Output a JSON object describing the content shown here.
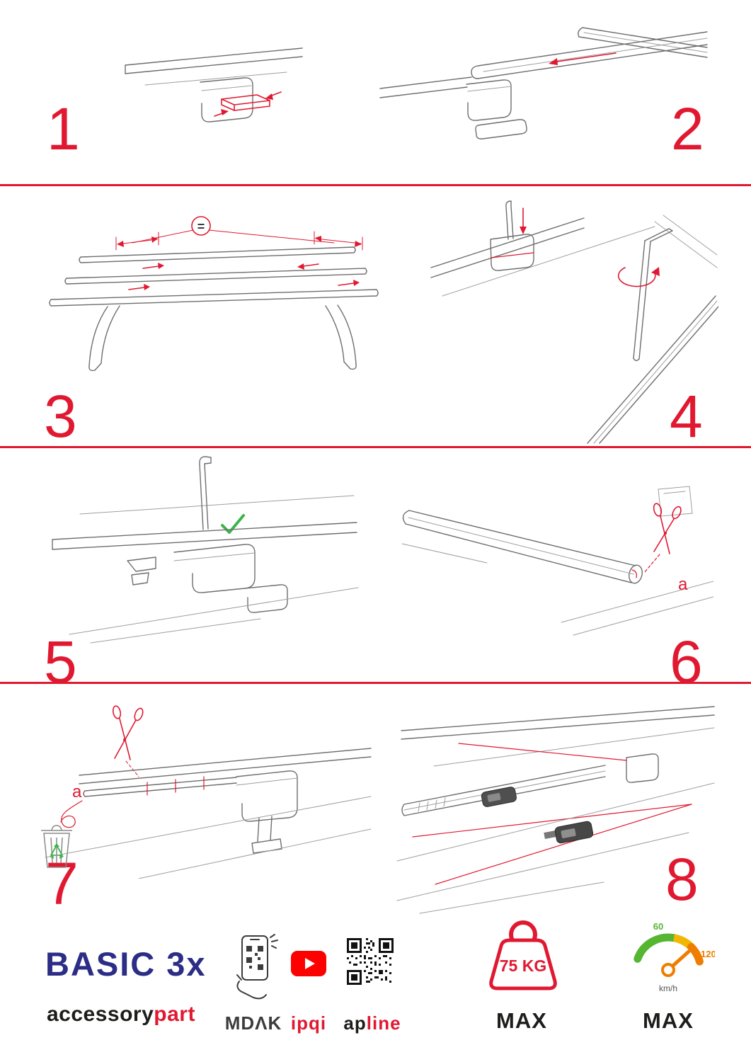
{
  "document": {
    "type": "assembly-instructions",
    "accent_color": "#e01931",
    "brand_blue": "#2b2d86",
    "success_green": "#3ab54a",
    "youtube_red": "#ff0000"
  },
  "steps": [
    {
      "number": "1"
    },
    {
      "number": "2"
    },
    {
      "number": "3",
      "spacing_label": "="
    },
    {
      "number": "4"
    },
    {
      "number": "5"
    },
    {
      "number": "6",
      "cut_label": "a"
    },
    {
      "number": "7",
      "cut_label": "a"
    },
    {
      "number": "8"
    }
  ],
  "footer": {
    "product_name": "BASIC 3x",
    "brand": {
      "primary": "accessory",
      "secondary": "part"
    },
    "partners": {
      "app": "MDΛK",
      "video": "ipqi",
      "qr_prefix": "ap",
      "qr_suffix": "line"
    },
    "weight_limit": {
      "value": "75 KG",
      "label": "MAX"
    },
    "speed_limit": {
      "tick_60": "60",
      "tick_120": "120",
      "unit": "km/h",
      "label": "MAX"
    }
  }
}
